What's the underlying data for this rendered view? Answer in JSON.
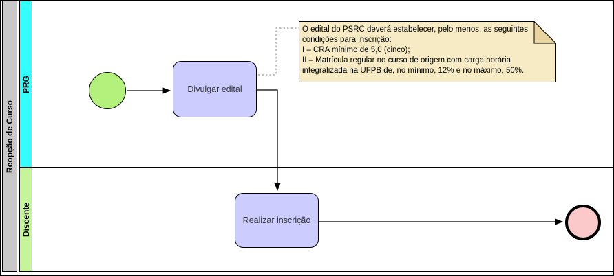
{
  "pool": {
    "label": "Reopção de Curso",
    "color": "#c8c8c8"
  },
  "lanes": [
    {
      "label": "PRG",
      "color": "#33ffff"
    },
    {
      "label": "Discente",
      "color": "#c6f599"
    }
  ],
  "tasks": [
    {
      "label": "Divulgar edital",
      "lane": "PRG",
      "color": "#ccccff"
    },
    {
      "label": "Realizar inscrição",
      "lane": "Discente",
      "color": "#ccccff"
    }
  ],
  "events": [
    {
      "type": "start-event",
      "lane": "PRG",
      "color": "#b4f17c"
    },
    {
      "type": "end-event",
      "lane": "Discente",
      "color": "#fcc9cb"
    }
  ],
  "annotation": {
    "color": "#f6ebc4",
    "fold_color": "#e8d49e",
    "lines": [
      "O edital do PSRC deverá estabelecer, pelo menos, as seguintes",
      "condições para inscrição:",
      "I – CRA mínimo de 5,0 (cinco);",
      "II – Matrícula regular no curso de origem com carga horária",
      "integralizada na UFPB de, no mínimo, 12% e no máximo, 50%."
    ]
  },
  "edges": [
    {
      "from": "start-event",
      "to": "Divulgar edital",
      "type": "sequence-flow"
    },
    {
      "from": "Divulgar edital",
      "to": "Realizar inscrição",
      "type": "sequence-flow"
    },
    {
      "from": "Realizar inscrição",
      "to": "end-event",
      "type": "sequence-flow"
    },
    {
      "from": "Divulgar edital",
      "to": "annotation",
      "type": "association-dotted"
    }
  ]
}
